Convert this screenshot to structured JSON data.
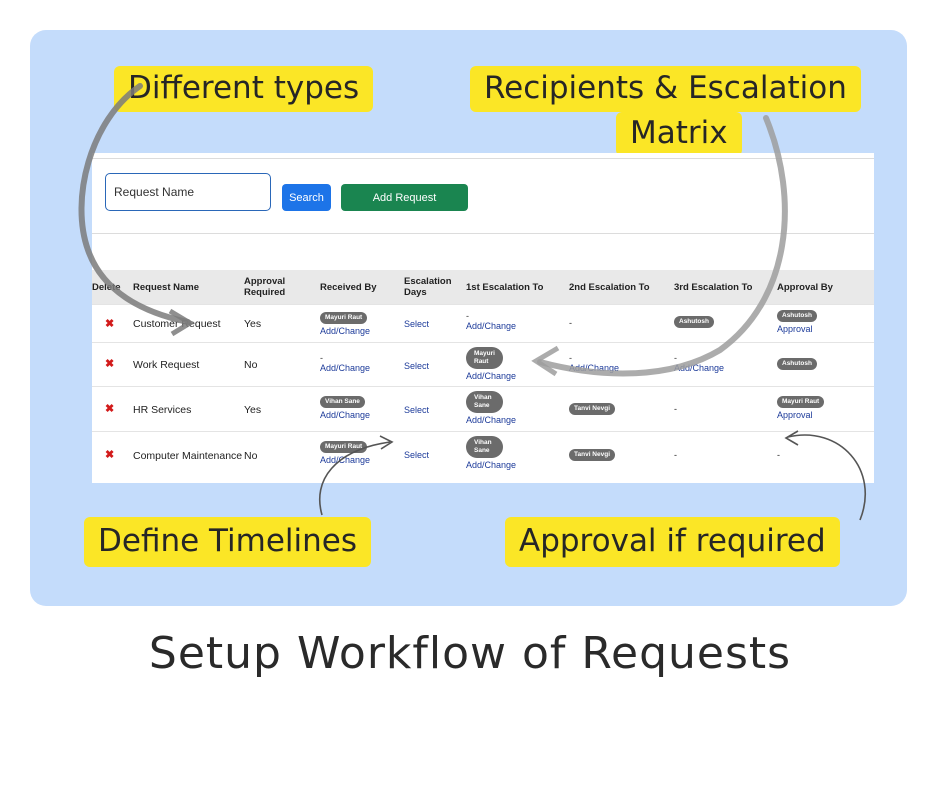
{
  "title": "Setup Workflow of Requests",
  "callouts": {
    "types": "Different types",
    "recipients_line1": "Recipients & Escalation",
    "recipients_line2": "Matrix",
    "timelines": "Define Timelines",
    "approval": "Approval if required"
  },
  "toolbar": {
    "search_placeholder": "Request Name",
    "search_label": "Search",
    "add_label": "Add Request"
  },
  "columns": {
    "delete": "Delete",
    "name": "Request Name",
    "approval_required_1": "Approval",
    "approval_required_2": "Required",
    "received_by": "Received By",
    "escalation_days_1": "Escalation",
    "escalation_days_2": "Days",
    "esc1": "1st Escalation To",
    "esc2": "2nd Escalation To",
    "esc3": "3rd Escalation To",
    "approval_by": "Approval By"
  },
  "rows": [
    {
      "name": "Customer Request",
      "approval": "Yes",
      "received_by": "Mayuri Raut",
      "add_change": "Add/Change",
      "select": "Select",
      "esc1_dash": "-",
      "esc1_link": "Add/Change",
      "esc2": "-",
      "esc3": "Ashutosh",
      "approval_by": "Ashutosh",
      "approval_link": "Approval"
    },
    {
      "name": "Work Request",
      "approval": "No",
      "received_by_dash": "-",
      "add_change": "Add/Change",
      "select": "Select",
      "esc1": "Mayuri Raut",
      "esc1_link": "Add/Change",
      "esc2_dash": "-",
      "esc2_link": "Add/Change",
      "esc3_dash": "-",
      "esc3_link": "Add/Change",
      "approval_by": "Ashutosh"
    },
    {
      "name": "HR Services",
      "approval": "Yes",
      "received_by": "Vihan Sane",
      "add_change": "Add/Change",
      "select": "Select",
      "esc1": "Vihan Sane",
      "esc1_link": "Add/Change",
      "esc2": "Tanvi Nevgi",
      "esc3": "-",
      "approval_by": "Mayuri Raut",
      "approval_link": "Approval"
    },
    {
      "name": "Computer Maintenance",
      "approval": "No",
      "received_by": "Mayuri Raut",
      "add_change": "Add/Change",
      "select": "Select",
      "esc1": "Vihan Sane",
      "esc1_link": "Add/Change",
      "esc2": "Tanvi Nevgi",
      "esc3": "-",
      "approval_by": "-"
    }
  ],
  "colors": {
    "panel_bg": "#c4dcfb",
    "callout_bg": "#fbe626",
    "search_button": "#1d74e8",
    "add_button": "#1a8550",
    "delete_icon": "#d21a1a",
    "pill": "#6b6b6b",
    "link": "#1d3b9a"
  },
  "icons": {
    "delete": "close-x-icon",
    "arrows": "curved-arrow-icon"
  }
}
